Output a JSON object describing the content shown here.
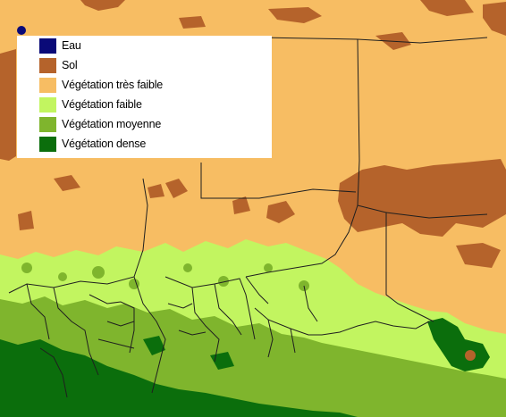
{
  "legend": {
    "items": [
      {
        "label": "Eau",
        "color": "#0a0a78"
      },
      {
        "label": "Sol",
        "color": "#b5632b"
      },
      {
        "label": "Végétation très faible",
        "color": "#f7bd63"
      },
      {
        "label": "Végétation  faible",
        "color": "#c2f560"
      },
      {
        "label": "Végétation  moyenne",
        "color": "#7fb52d"
      },
      {
        "label": "Végétation  dense",
        "color": "#0b6e0c"
      }
    ]
  }
}
